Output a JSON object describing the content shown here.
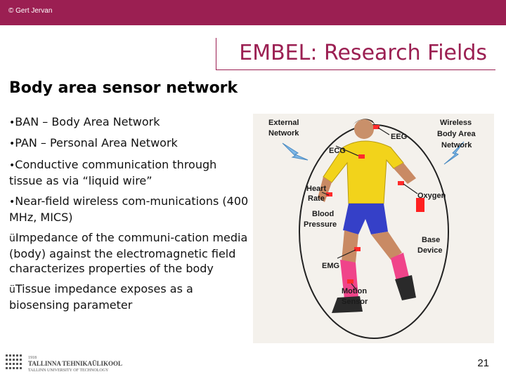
{
  "header": {
    "copyright": "© Gert Jervan"
  },
  "title": "EMBEL: Research Fields",
  "subtitle": "Body area sensor network",
  "bullets": [
    {
      "marker": "•",
      "text": "BAN – Body Area Network"
    },
    {
      "marker": "•",
      "text": "PAN – Personal Area Network"
    },
    {
      "marker": "•",
      "text": "Conductive communication through tissue as via “liquid wire”"
    },
    {
      "marker": "•",
      "text": "Near-field wireless com-munications (400 MHz, MICS)"
    },
    {
      "marker": "ü",
      "text": "Impedance of the communi-cation media (body) against the electromagnetic field characterizes properties of the body"
    },
    {
      "marker": "ü",
      "text": "Tissue impedance exposes as a biosensing parameter"
    }
  ],
  "figure": {
    "labels": {
      "external_network": [
        "External",
        "Network"
      ],
      "wireless_ban": [
        "Wireless",
        "Body Area",
        "Network"
      ],
      "eeg": "EEG",
      "ecg": "ECG",
      "heart_rate": [
        "Heart",
        "Rate"
      ],
      "oxygen": "Oxygen",
      "blood_pressure": [
        "Blood",
        "Pressure"
      ],
      "base_device": [
        "Base",
        "Device"
      ],
      "emg": "EMG",
      "motion_sensor": [
        "Motion",
        "Sensor"
      ]
    }
  },
  "footer": {
    "logo_year": "1918",
    "logo_name": "TALLINNA TEHNIKAÜLIKOOL",
    "logo_name_en": "TALLINN UNIVERSITY OF TECHNOLOGY",
    "page_number": "21"
  },
  "colors": {
    "brand": "#9b1f52"
  }
}
